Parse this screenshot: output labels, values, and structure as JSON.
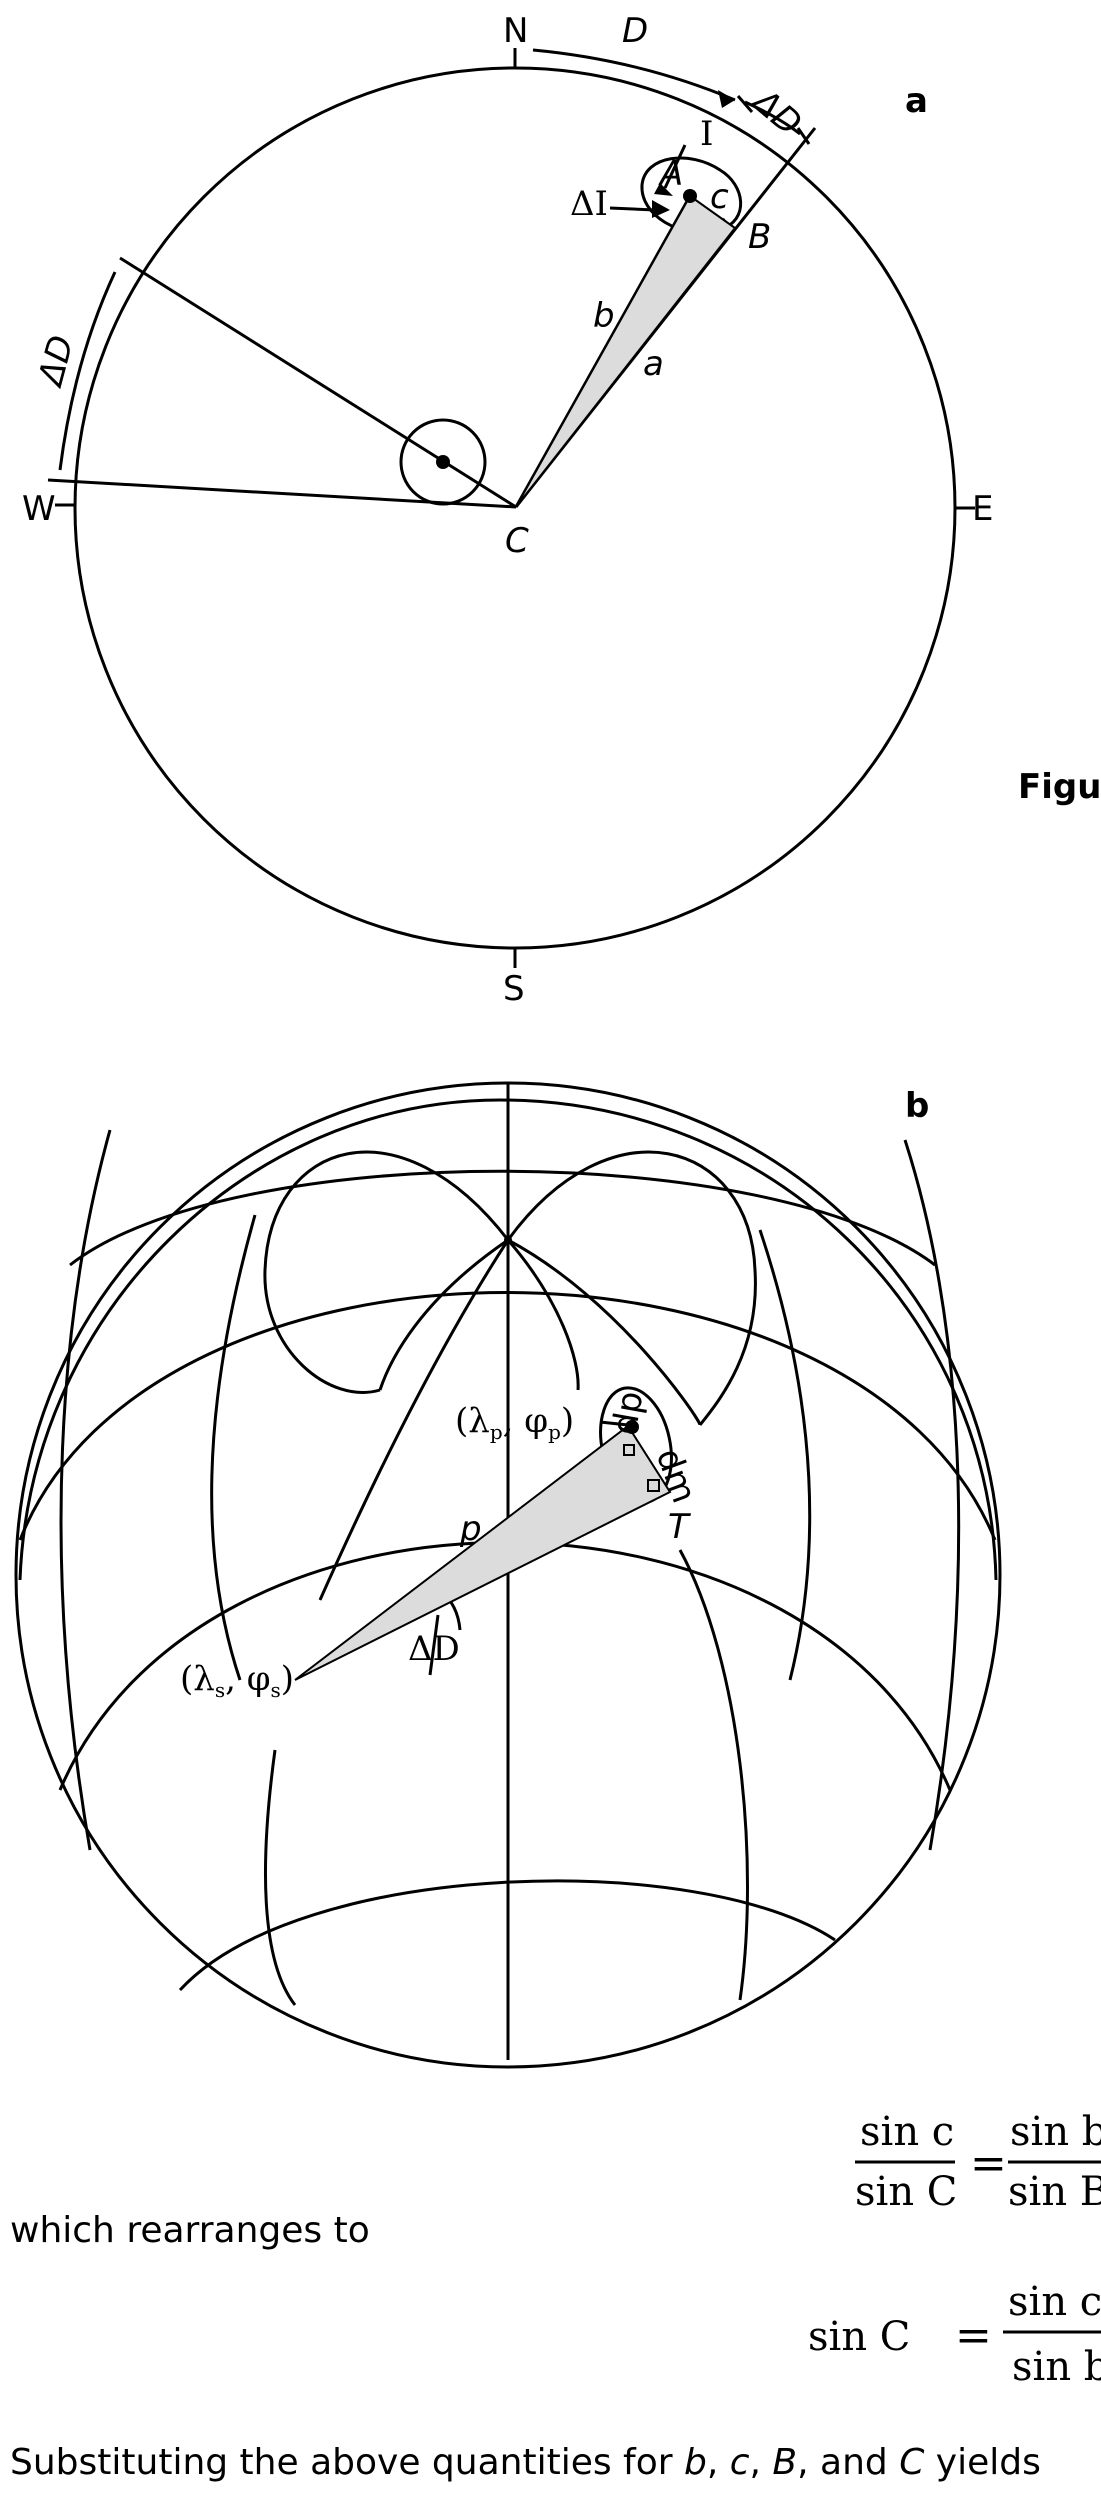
{
  "figure_a": {
    "panel_label": "a",
    "north": "N",
    "south": "S",
    "east": "E",
    "west": "W",
    "label_D": "D",
    "label_delta_D_top": "ΔD",
    "label_delta_D_left": "ΔD",
    "label_I": "I",
    "label_delta_I": "ΔI",
    "label_A": "A",
    "label_c": "c",
    "label_B": "B",
    "label_b": "b",
    "label_a": "a",
    "label_C": "C"
  },
  "figure_side_text": "Figu",
  "figure_b": {
    "panel_label": "b",
    "label_pole": "(λ",
    "label_pole_sub1": "p",
    "label_pole_mid": ", φ",
    "label_pole_sub2": "p",
    "label_pole_end": ")",
    "label_dp": "dp",
    "label_dm": "dm",
    "label_p": "p",
    "label_T": "T",
    "label_delta_D": "ΔD",
    "label_site": "(λ",
    "label_site_sub1": "s",
    "label_site_mid": ", φ",
    "label_site_sub2": "s",
    "label_site_end": ")"
  },
  "equation1": {
    "lhs_num": "sin c",
    "lhs_den": "sin C",
    "equals": "=",
    "rhs_num": "sin b",
    "rhs_den": "sin B"
  },
  "text_rearranges": "which rearranges to",
  "equation2": {
    "lhs": "sin C",
    "equals": "=",
    "rhs_num": "sin c sin",
    "rhs_den": "sin b"
  },
  "text_substituting_prefix": "Substituting the above quantities for ",
  "text_sub_b": "b",
  "text_sub_c": "c",
  "text_sub_B": "B",
  "text_sub_and": "and ",
  "text_sub_C": "C",
  "text_sub_yields": " yields"
}
